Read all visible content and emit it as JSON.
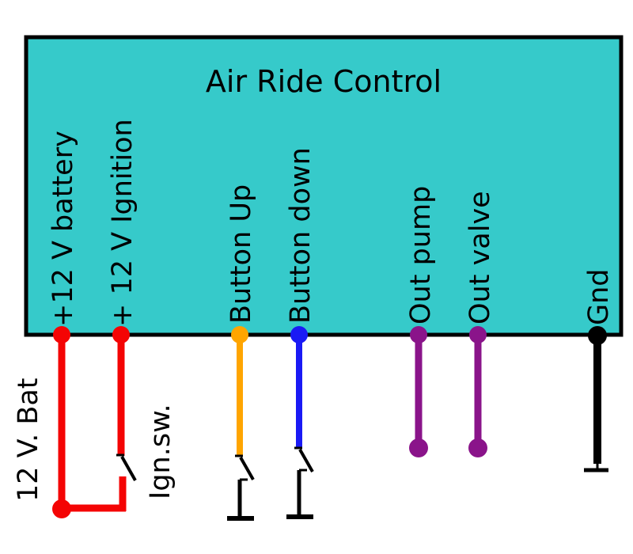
{
  "module": {
    "title": "Air Ride Control",
    "pins": [
      {
        "id": "battery",
        "label": "+12 V battery"
      },
      {
        "id": "ignition",
        "label": "+ 12 V Ignition"
      },
      {
        "id": "btn-up",
        "label": "Button Up"
      },
      {
        "id": "btn-down",
        "label": "Button down"
      },
      {
        "id": "out-pump",
        "label": "Out pump"
      },
      {
        "id": "out-valve",
        "label": "Out valve"
      },
      {
        "id": "gnd",
        "label": "Gnd"
      }
    ]
  },
  "external_labels": {
    "battery_source": "12 V. Bat",
    "ignition_switch": "Ign.sw."
  },
  "colors": {
    "module_fill": "#36caca",
    "module_border": "#000000",
    "battery_wire": "#f40404",
    "button_up_wire": "#ffa500",
    "button_down_wire": "#1a1af5",
    "output_wire": "#8a148a",
    "ground_wire": "#000000",
    "switch_symbol": "#000000",
    "text": "#000000"
  }
}
